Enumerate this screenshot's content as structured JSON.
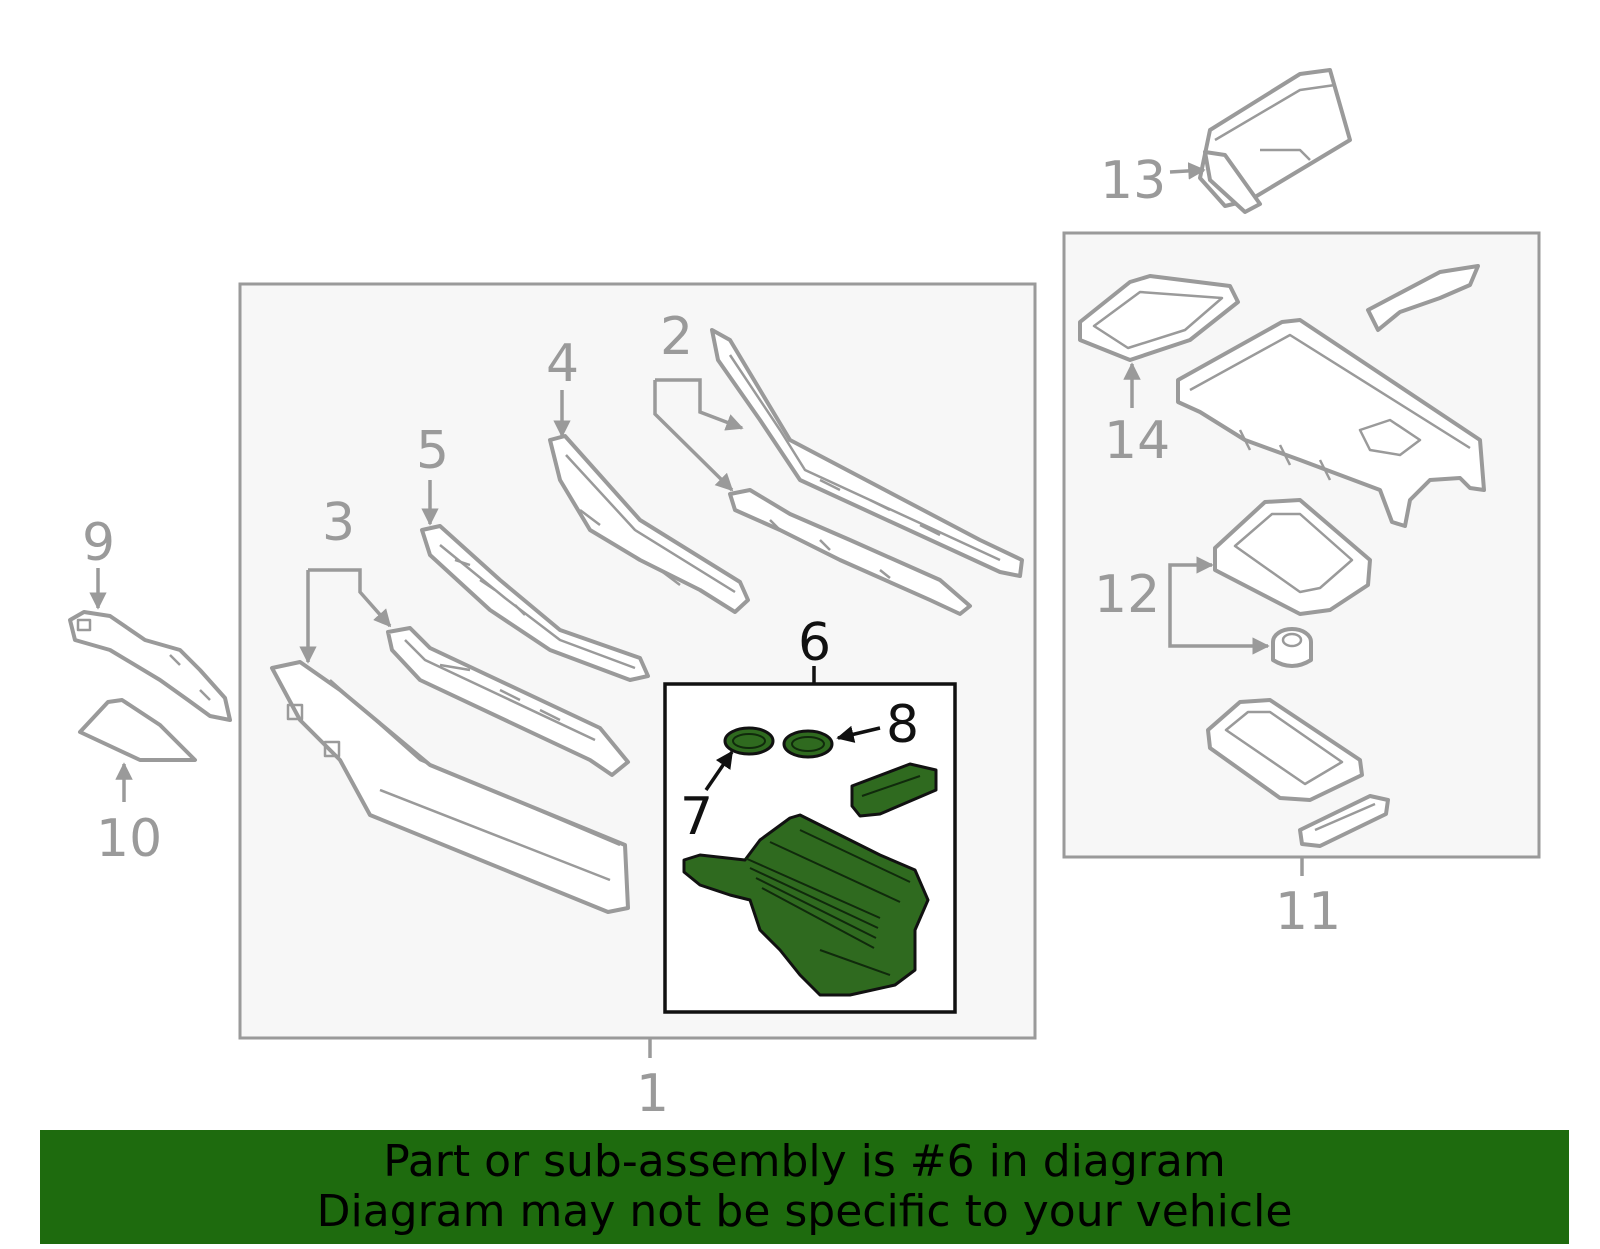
{
  "callouts": {
    "c1": "1",
    "c2": "2",
    "c3": "3",
    "c4": "4",
    "c5": "5",
    "c6": "6",
    "c7": "7",
    "c8": "8",
    "c9": "9",
    "c10": "10",
    "c11": "11",
    "c12": "12",
    "c13": "13",
    "c14": "14"
  },
  "banner": {
    "line1": "Part or sub-assembly is #6 in diagram",
    "line2": "Diagram may not be specific to your vehicle"
  },
  "colors": {
    "highlight_part": "#2f6a1f",
    "banner_background": "#1e6b0e",
    "callout_gray": "#9a9a9a",
    "group_box_fill": "#f7f7f7"
  }
}
